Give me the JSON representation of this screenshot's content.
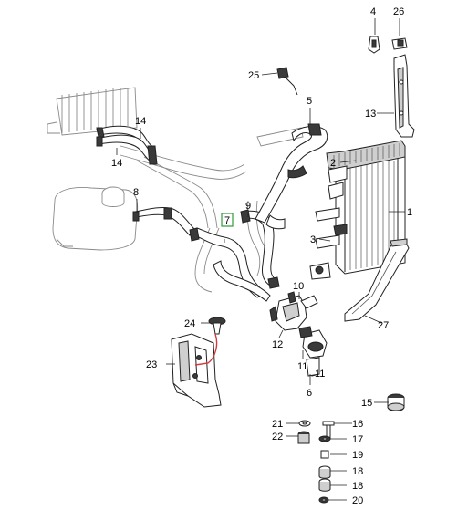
{
  "diagram": {
    "colors": {
      "part_outline": "#222222",
      "ghost_outline": "#8a8a8a",
      "part_fill": "#ffffff",
      "shade": "#cfcfcf",
      "dark": "#3a3a3a",
      "highlight": "#2e9d3a",
      "tie_wire": "#d23a3a"
    },
    "callouts": [
      {
        "id": "c4",
        "text": "4"
      },
      {
        "id": "c26",
        "text": "26"
      },
      {
        "id": "c25",
        "text": "25"
      },
      {
        "id": "c13",
        "text": "13"
      },
      {
        "id": "c14a",
        "text": "14"
      },
      {
        "id": "c14b",
        "text": "14"
      },
      {
        "id": "c5",
        "text": "5"
      },
      {
        "id": "c2",
        "text": "2"
      },
      {
        "id": "c8",
        "text": "8"
      },
      {
        "id": "c9",
        "text": "9"
      },
      {
        "id": "c7",
        "text": "7"
      },
      {
        "id": "c1",
        "text": "1"
      },
      {
        "id": "c3",
        "text": "3"
      },
      {
        "id": "c10",
        "text": "10"
      },
      {
        "id": "c24",
        "text": "24"
      },
      {
        "id": "c27",
        "text": "27"
      },
      {
        "id": "c12",
        "text": "12"
      },
      {
        "id": "c11a",
        "text": "11"
      },
      {
        "id": "c11b",
        "text": "11"
      },
      {
        "id": "c23",
        "text": "23"
      },
      {
        "id": "c6",
        "text": "6"
      },
      {
        "id": "c15",
        "text": "15"
      },
      {
        "id": "c21",
        "text": "21"
      },
      {
        "id": "c16",
        "text": "16"
      },
      {
        "id": "c22",
        "text": "22"
      },
      {
        "id": "c17",
        "text": "17"
      },
      {
        "id": "c19",
        "text": "19"
      },
      {
        "id": "c18a",
        "text": "18"
      },
      {
        "id": "c18b",
        "text": "18"
      },
      {
        "id": "c20",
        "text": "20"
      }
    ]
  }
}
